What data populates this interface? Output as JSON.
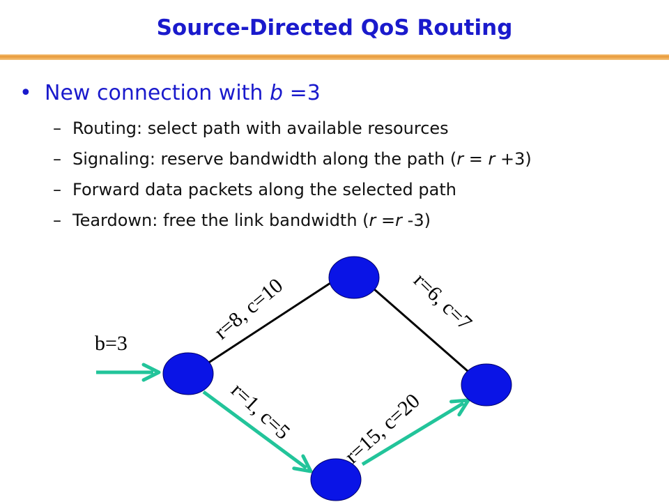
{
  "slide": {
    "title": "Source-Directed QoS Routing",
    "bullet": {
      "text_before": "New connection with ",
      "var": "b",
      "text_after": " =3"
    },
    "subitems": [
      {
        "parts": [
          {
            "t": "Routing: select path with available resources"
          }
        ]
      },
      {
        "parts": [
          {
            "t": "Signaling: reserve bandwidth along the path ("
          },
          {
            "t": "r",
            "i": true
          },
          {
            "t": " = "
          },
          {
            "t": "r",
            "i": true
          },
          {
            "t": " +3)"
          }
        ]
      },
      {
        "parts": [
          {
            "t": "Forward data packets along the selected path"
          }
        ]
      },
      {
        "parts": [
          {
            "t": "Teardown: free the link bandwidth ("
          },
          {
            "t": "r",
            "i": true
          },
          {
            "t": " ="
          },
          {
            "t": "r",
            "i": true
          },
          {
            "t": " -3)"
          }
        ]
      }
    ]
  },
  "diagram": {
    "demand_label": "b=3",
    "links": [
      {
        "label": "r=8, c=10"
      },
      {
        "label": "r=6, c=7"
      },
      {
        "label": "r=1, c=5"
      },
      {
        "label": "r=15, c=20"
      }
    ],
    "colors": {
      "node": "#0a14e6",
      "node_stroke": "#000066",
      "selected_path": "#22c49a",
      "link": "#000000"
    }
  }
}
